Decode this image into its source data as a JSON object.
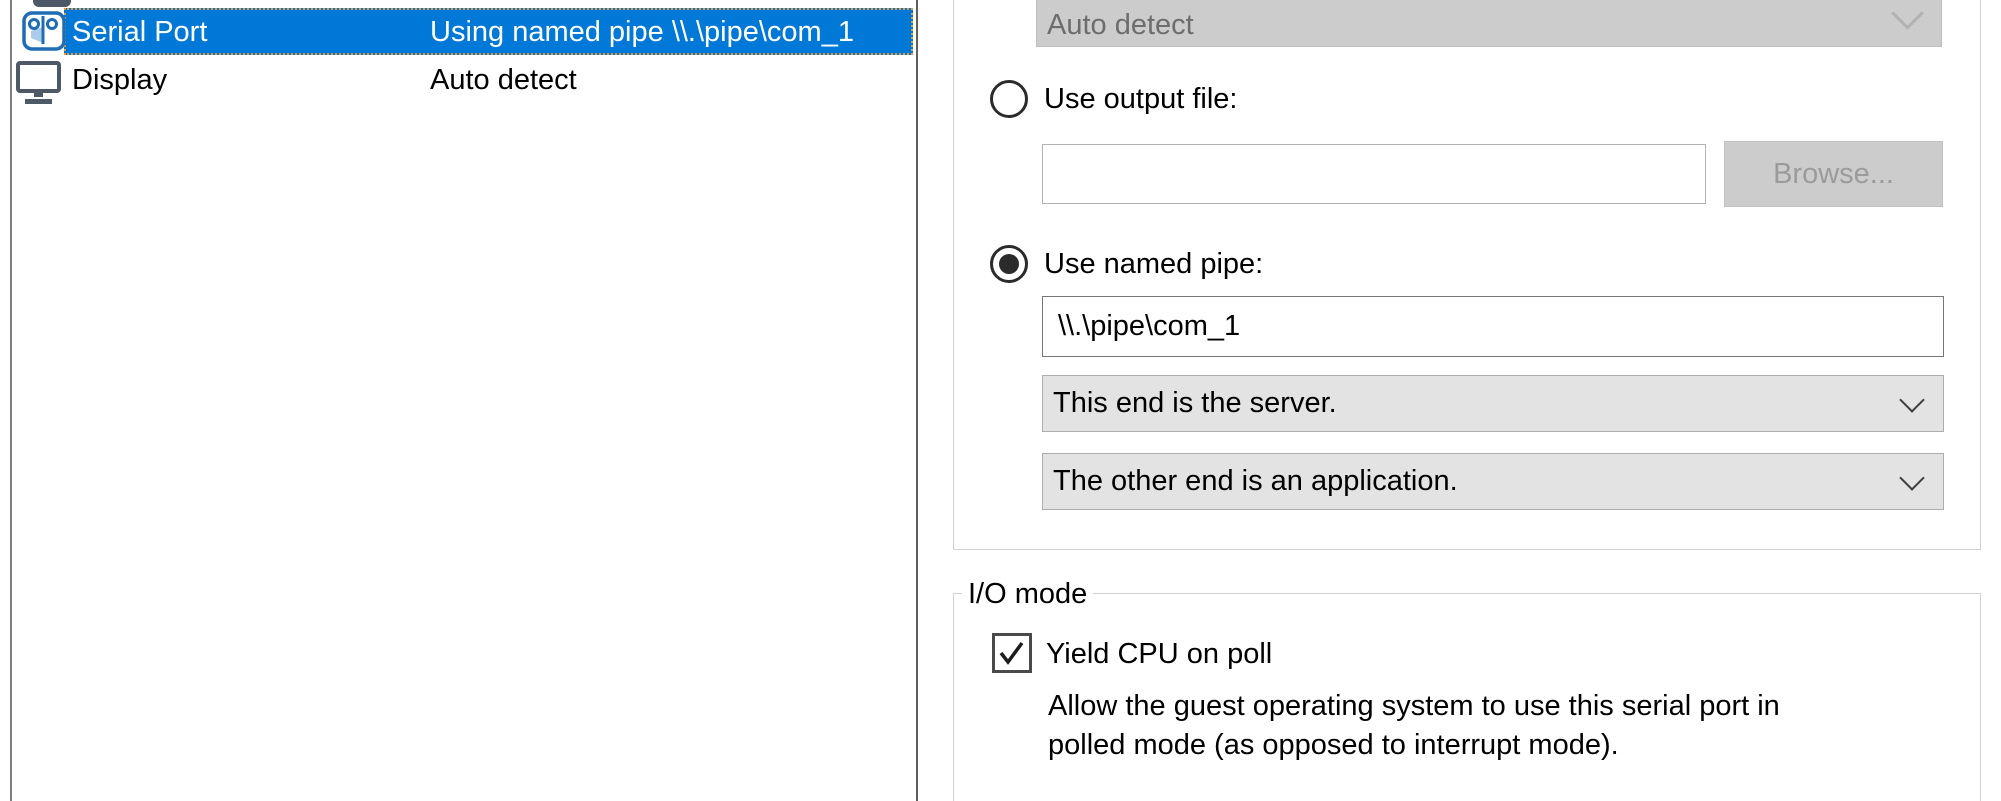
{
  "device_list": {
    "rows": [
      {
        "name": "Serial Port",
        "summary": "Using named pipe \\\\.\\pipe\\com_1",
        "icon": "serial-port-icon",
        "selected": true
      },
      {
        "name": "Display",
        "summary": "Auto detect",
        "icon": "display-icon",
        "selected": false
      }
    ]
  },
  "connection": {
    "device_combo_value": "Auto detect",
    "output_file_radio_label": "Use output file:",
    "output_file_value": "",
    "browse_button_label": "Browse...",
    "named_pipe_radio_label": "Use named pipe:",
    "named_pipe_value": "\\\\.\\pipe\\com_1",
    "pipe_end_combo_value": "This end is the server.",
    "pipe_far_end_combo_value": "The other end is an application."
  },
  "io_mode": {
    "title": "I/O mode",
    "yield_cpu_checkbox_label": "Yield CPU on poll",
    "yield_cpu_checked": true,
    "description_lines": [
      "Allow the guest operating system to use this serial port in",
      "polled mode (as opposed to interrupt mode)."
    ]
  },
  "colors": {
    "selection_blue": "#0078d7",
    "focus_dotted": "#e59a3c",
    "disabled_fill": "#cccccc",
    "combo_fill": "#e3e3e3",
    "groupbox_border": "#d2d2d2",
    "device_icon_gray": "#4d5966",
    "device_icon_blue": "#1e6db6"
  }
}
